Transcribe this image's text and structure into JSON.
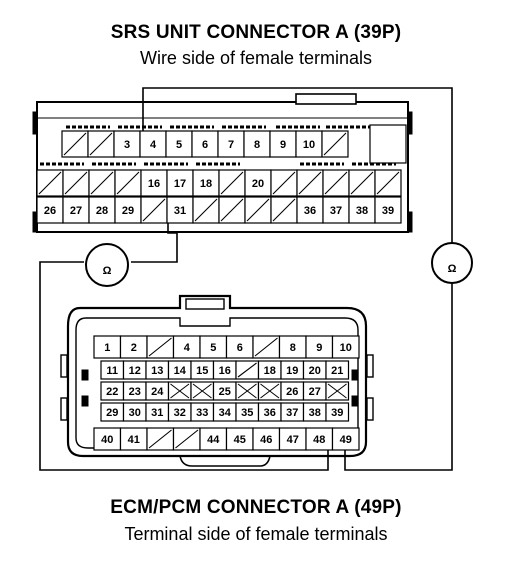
{
  "srs": {
    "title": "SRS UNIT CONNECTOR A (39P)",
    "subtitle": "Wire side of female terminals",
    "terminals": [
      [
        "",
        "",
        "3",
        "4",
        "5",
        "6",
        "7",
        "8",
        "9",
        "10",
        ""
      ],
      [
        "",
        "",
        "",
        "",
        "16",
        "17",
        "18",
        "",
        "20",
        "",
        "",
        "",
        "",
        ""
      ],
      [
        "26",
        "27",
        "28",
        "29",
        "",
        "31",
        "",
        "",
        "",
        "",
        "36",
        "37",
        "38",
        "39"
      ]
    ]
  },
  "ecm": {
    "title": "ECM/PCM CONNECTOR A (49P)",
    "subtitle": "Terminal side of female terminals",
    "terminals": [
      [
        "1",
        "2",
        "",
        "4",
        "5",
        "6",
        "",
        "8",
        "9",
        "10"
      ],
      [
        "11",
        "12",
        "13",
        "14",
        "15",
        "16",
        "",
        "18",
        "19",
        "20",
        "21"
      ],
      [
        "22",
        "23",
        "24",
        "",
        "",
        "25",
        "",
        "",
        "26",
        "27",
        ""
      ],
      [
        "29",
        "30",
        "31",
        "32",
        "33",
        "34",
        "35",
        "36",
        "37",
        "38",
        "39"
      ],
      [
        "40",
        "41",
        "",
        "",
        "44",
        "45",
        "46",
        "47",
        "48",
        "49"
      ]
    ]
  },
  "meters": [
    {
      "symbol": "Ω"
    },
    {
      "symbol": "Ω"
    }
  ]
}
